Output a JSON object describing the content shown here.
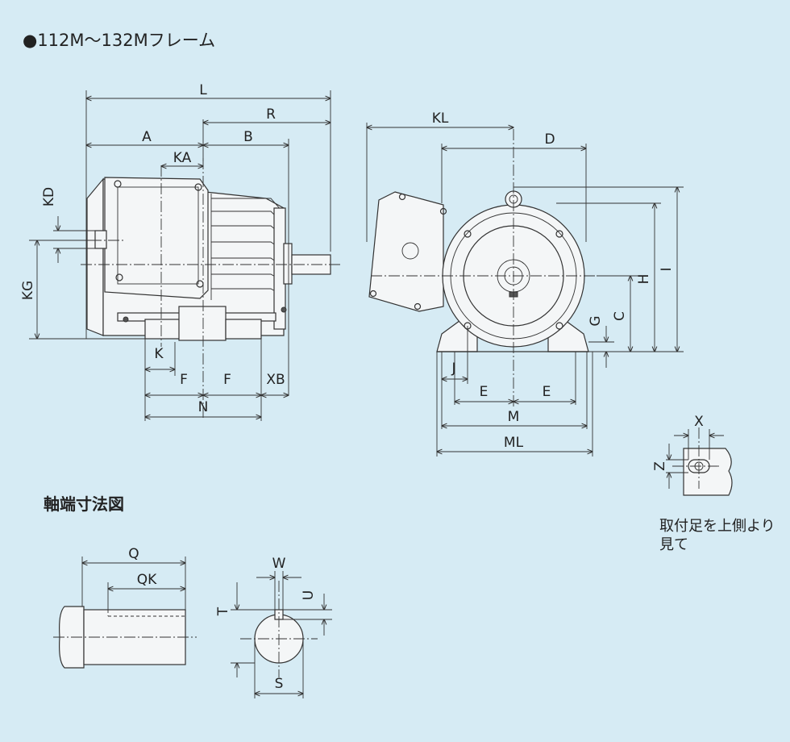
{
  "title": "●112M〜132Mフレーム",
  "shaft_title": "軸端寸法図",
  "foot_note": "取付足を上側より見て",
  "labels": {
    "L": "L",
    "R": "R",
    "A": "A",
    "B": "B",
    "KA": "KA",
    "KD": "KD",
    "KG": "KG",
    "K": "K",
    "F1": "F",
    "F2": "F",
    "XB": "XB",
    "N": "N",
    "KL": "KL",
    "D": "D",
    "H": "H",
    "I": "I",
    "G": "G",
    "C": "C",
    "J": "J",
    "E1": "E",
    "E2": "E",
    "M": "M",
    "ML": "ML",
    "X": "X",
    "Z": "Z",
    "Q": "Q",
    "QK": "QK",
    "W": "W",
    "U": "U",
    "T": "T",
    "S": "S"
  },
  "colors": {
    "background": "#d6ebf4",
    "line": "#333333",
    "body": "#f4f6f7"
  }
}
